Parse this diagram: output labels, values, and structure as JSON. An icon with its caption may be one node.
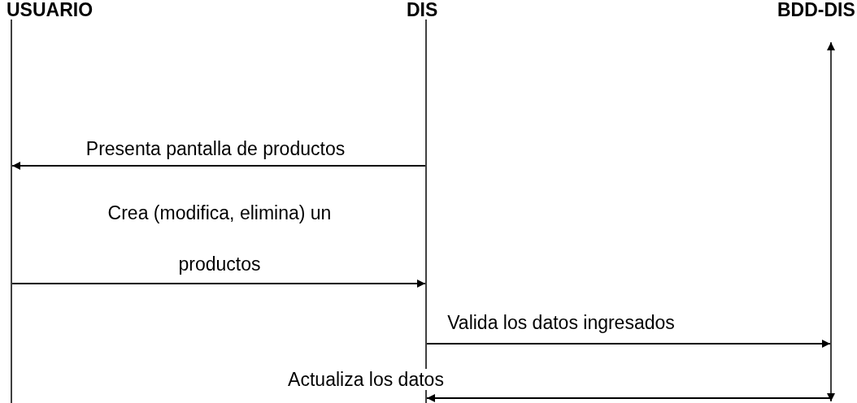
{
  "diagram": {
    "nodes": [
      {
        "text": [
          "USUARIO"
        ]
      },
      {
        "text": [
          "DIS"
        ]
      },
      {
        "text": [
          "BDD-DIS"
        ]
      }
    ],
    "edges": [
      {
        "from": 1,
        "to": 0,
        "arrow": "to",
        "label": "Presenta pantalla de productos"
      },
      {
        "from": 0,
        "to": 1,
        "arrow": "to",
        "label": "Crea (modifica, elimina) un productos"
      },
      {
        "from": 1,
        "to": 2,
        "arrow": "to",
        "label": "Valida los datos ingresados"
      },
      {
        "from": 2,
        "to": 1,
        "arrow": "to",
        "label": "Actualiza los datos"
      }
    ]
  }
}
